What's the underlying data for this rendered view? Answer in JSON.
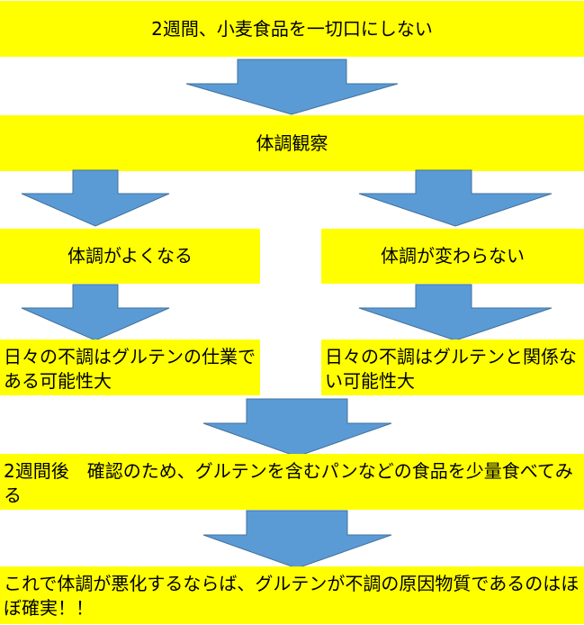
{
  "colors": {
    "box_fill": "#ffff00",
    "arrow_fill": "#5b9bd5",
    "arrow_stroke": "#41719c",
    "text": "#000000"
  },
  "flow": {
    "step1": "2週間、小麦食品を一切口にしない",
    "step2": "体調観察",
    "branch_left": {
      "condition": "体調がよくなる",
      "result": "日々の不調はグルテンの仕業である可能性大"
    },
    "branch_right": {
      "condition": "体調が変わらない",
      "result": "日々の不調はグルテンと関係ない可能性大"
    },
    "step3": "2週間後　確認のため、グルテンを含むパンなどの食品を少量食べてみる",
    "conclusion": "これで体調が悪化するならば、グルテンが不調の原因物質であるのはほぼ確実！！"
  }
}
